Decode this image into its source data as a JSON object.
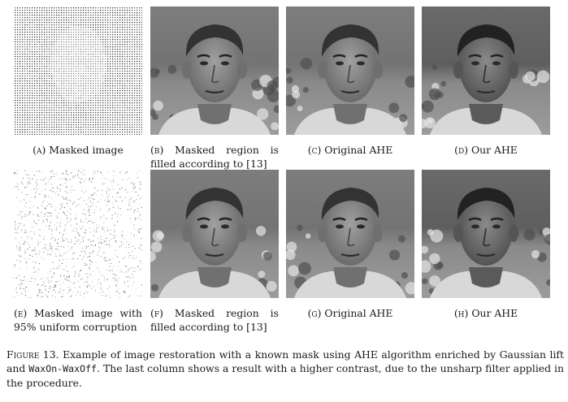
{
  "panels": [
    {
      "id": "a",
      "label": "(a)",
      "caption": "Masked image",
      "kind": "grid-mask"
    },
    {
      "id": "b",
      "label": "(b)",
      "caption": "Masked region is filled according to [13]",
      "kind": "face"
    },
    {
      "id": "c",
      "label": "(c)",
      "caption": "Original AHE",
      "kind": "face"
    },
    {
      "id": "d",
      "label": "(d)",
      "caption": "Our AHE",
      "kind": "face"
    },
    {
      "id": "e",
      "label": "(e)",
      "caption": "Masked image with 95% uniform corruption",
      "kind": "noise-mask"
    },
    {
      "id": "f",
      "label": "(f)",
      "caption": "Masked region is filled according to [13]",
      "kind": "face"
    },
    {
      "id": "g",
      "label": "(g)",
      "caption": "Original AHE",
      "kind": "face"
    },
    {
      "id": "h",
      "label": "(h)",
      "caption": "Our AHE",
      "kind": "face"
    }
  ],
  "figure": {
    "label": "Figure 13.",
    "text_before": "Example of image restoration with a known mask using AHE algorithm enriched by Gaussian lift and ",
    "code": "WaxOn-WaxOff",
    "text_after": ". The last column shows a result with a higher contrast, due to the unsharp filter applied in the procedure."
  }
}
